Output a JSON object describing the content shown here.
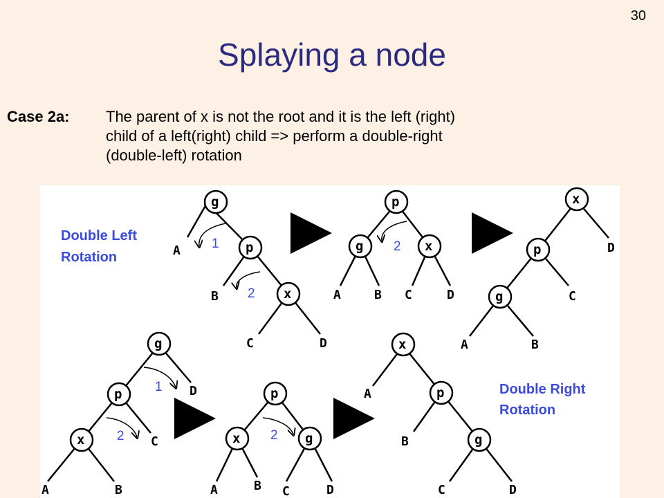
{
  "slide": {
    "number": "30",
    "title": "Splaying a node"
  },
  "case": {
    "label": "Case 2a:",
    "lines": [
      "The parent of x is not the root and it is the left (right)",
      "child of a left(right) child => perform a double-right",
      "(double-left) rotation"
    ]
  },
  "diagram": {
    "top_label": [
      "Double Left",
      "Rotation"
    ],
    "bottom_label": [
      "Double Right",
      "Rotation"
    ],
    "nodes": {
      "g": "g",
      "p": "p",
      "x": "x"
    },
    "leaves": {
      "A": "A",
      "B": "B",
      "C": "C",
      "D": "D",
      "D_cut": "D"
    },
    "steps": {
      "one": "1",
      "two": "2"
    }
  }
}
